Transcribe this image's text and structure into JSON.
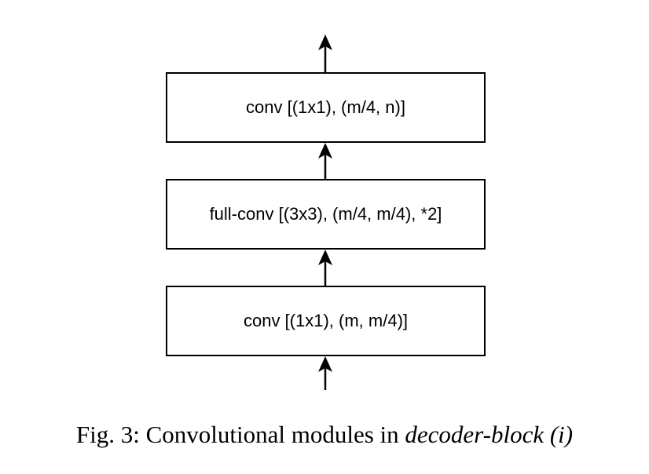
{
  "modules": {
    "top": "conv [(1x1), (m/4, n)]",
    "middle": "full-conv [(3x3), (m/4, m/4), *2]",
    "bottom": "conv [(1x1), (m, m/4)]"
  },
  "caption": {
    "prefix": "Fig. 3: Convolutional modules in ",
    "emphasis": "decoder-block (i)"
  }
}
